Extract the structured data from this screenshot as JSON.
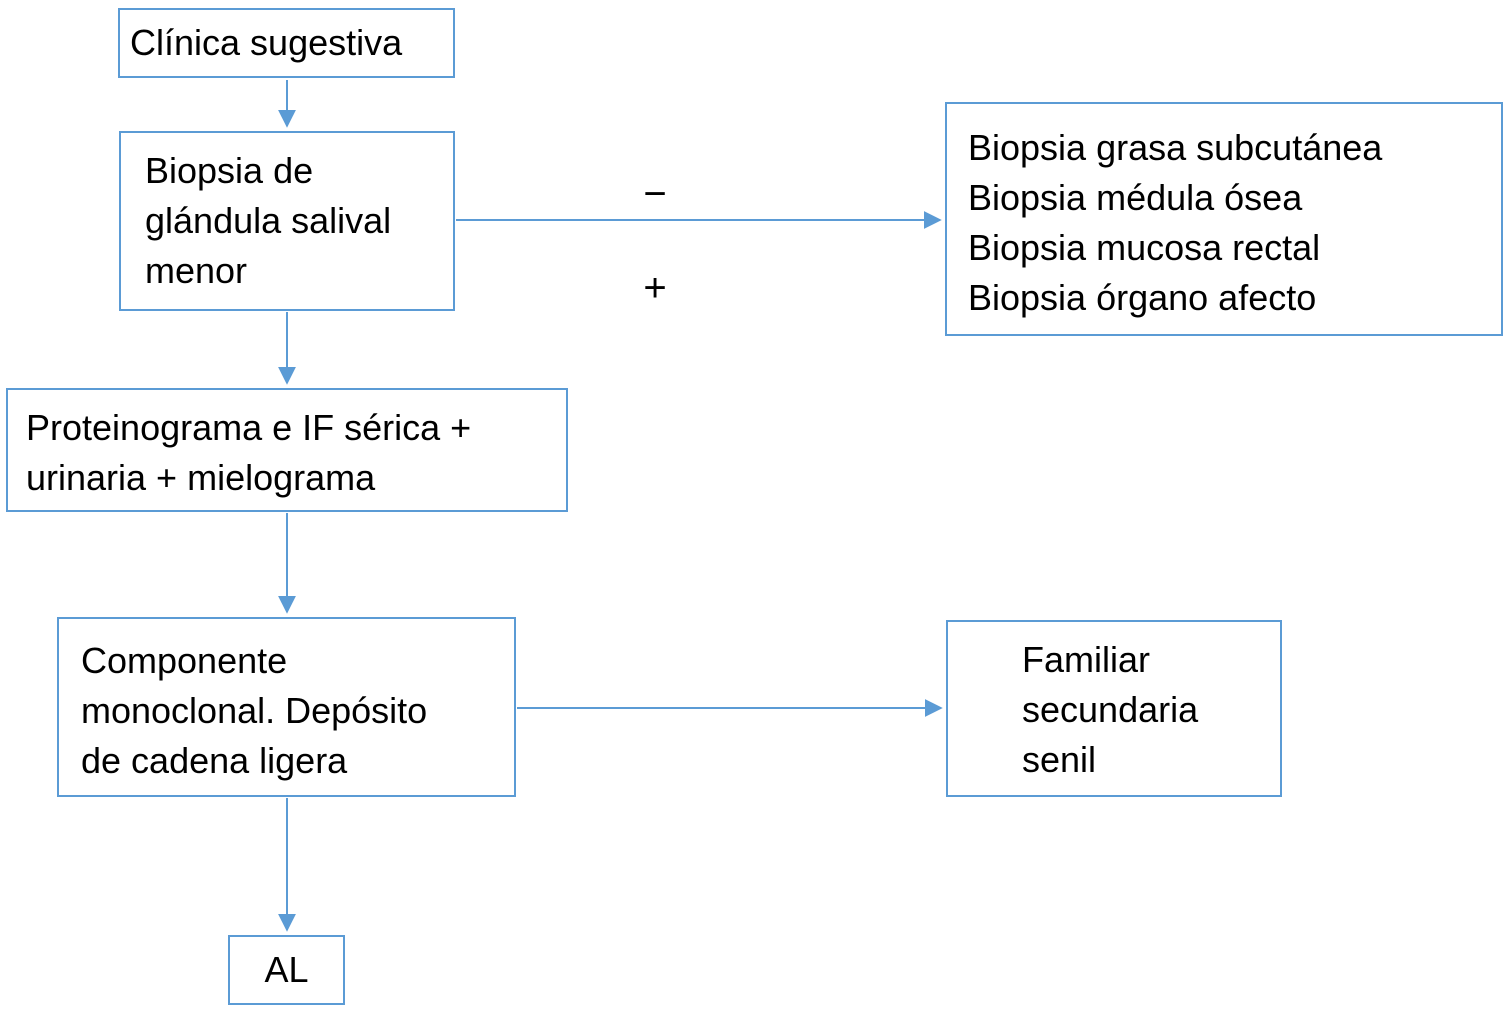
{
  "nodes": {
    "clinica": {
      "text": "Clínica sugestiva"
    },
    "biopsia_glandula": {
      "text": "Biopsia de\nglándula salival\nmenor"
    },
    "biopsias_alternativas": {
      "text": "Biopsia grasa subcutánea\nBiopsia médula ósea\nBiopsia mucosa rectal\nBiopsia órgano afecto"
    },
    "proteinograma": {
      "text": "Proteinograma e IF sérica +\nurinaria + mielograma"
    },
    "componente": {
      "text": "Componente\nmonoclonal. Depósito\nde cadena ligera"
    },
    "familiar": {
      "text": "Familiar\nsecundaria\nsenil"
    },
    "al": {
      "text": "AL"
    }
  },
  "edge_labels": {
    "negative": "−",
    "positive": "+"
  },
  "colors": {
    "accent": "#5b9bd5",
    "text": "#000000",
    "background": "#ffffff"
  }
}
